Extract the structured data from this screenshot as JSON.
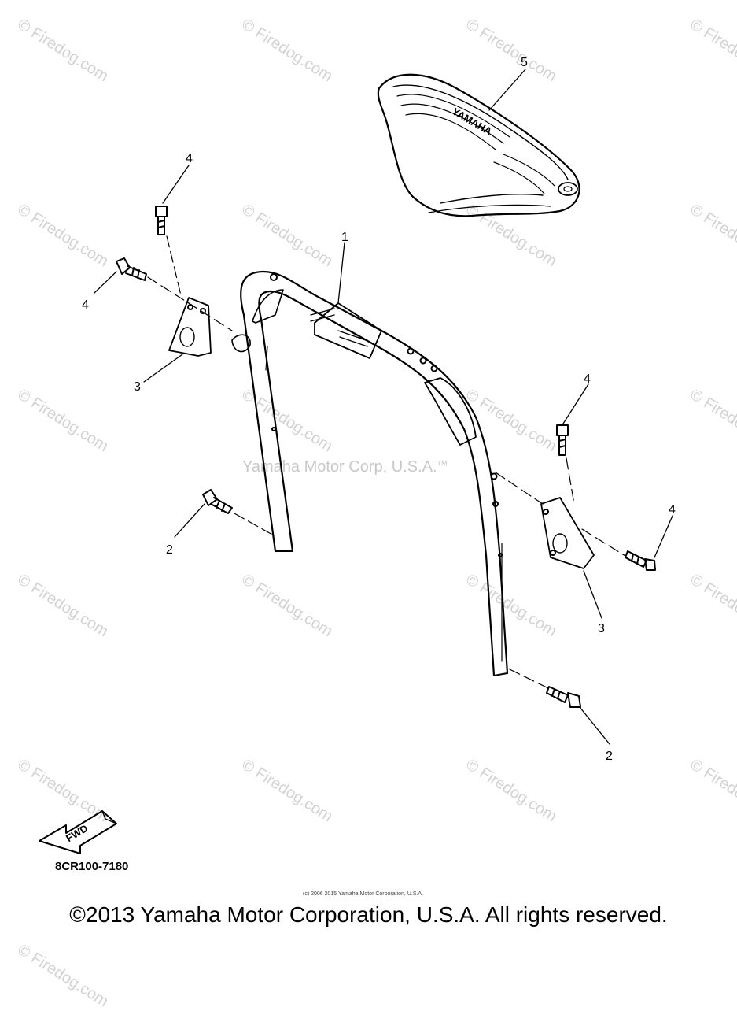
{
  "watermark": {
    "text": "© Firedog.com",
    "color": "#d2d2d2"
  },
  "center_mark": "Yamaha Motor Corp, U.S.A.",
  "tm_mark": "TM",
  "part_code": "8CR100-7180",
  "fwd_label": "FWD",
  "seat_brand": "YAMAHA",
  "callouts": {
    "c1": "1",
    "c2a": "2",
    "c2b": "2",
    "c3a": "3",
    "c3b": "3",
    "c4a": "4",
    "c4b": "4",
    "c4c": "4",
    "c4d": "4",
    "c5": "5"
  },
  "tiny_copyright": "(c) 2006 2015 Yamaha Motor Corporation, U.S.A.",
  "footer": "©2013 Yamaha Motor Corporation, U.S.A. All rights reserved."
}
